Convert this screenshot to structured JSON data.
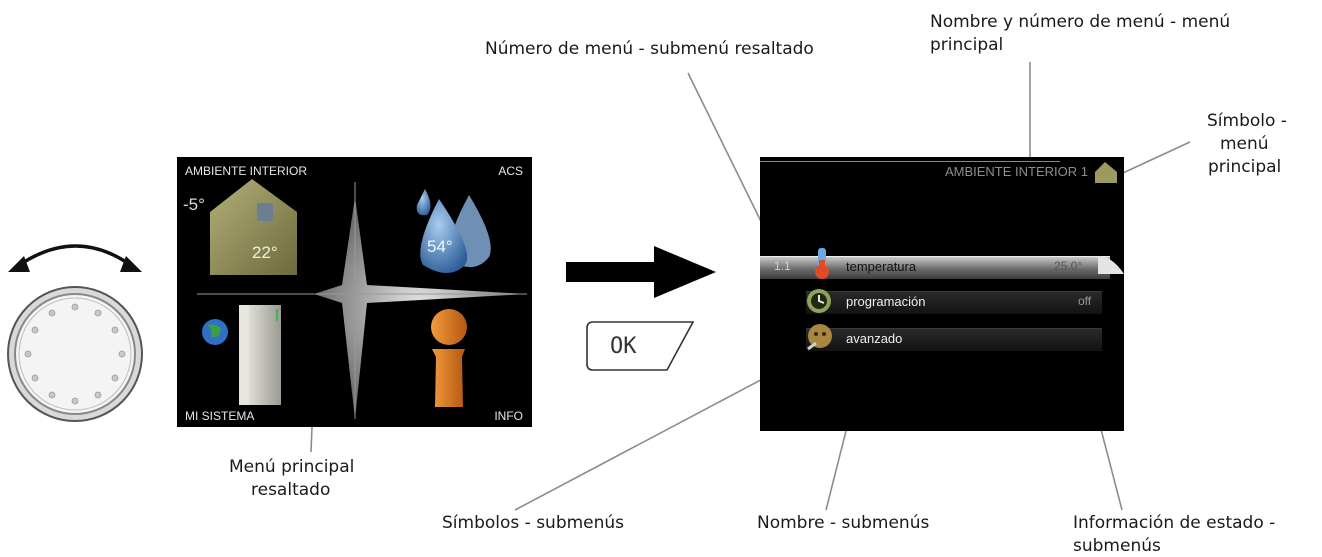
{
  "callouts": {
    "menu_number": "Número de menú - submenú resaltado",
    "menu_name_number_1": "Nombre y número de menú - menú",
    "menu_name_number_2": "principal",
    "symbol_1": "Símbolo -",
    "symbol_2": "menú",
    "symbol_3": "principal",
    "main_highlight_1": "Menú principal",
    "main_highlight_2": "resaltado",
    "sub_symbols": "Símbolos - submenús",
    "sub_name": "Nombre - submenús",
    "status_1": "Información de estado -",
    "status_2": "submenús"
  },
  "main_screen": {
    "q1_label": "AMBIENTE INTERIOR",
    "q2_label": "ACS",
    "q3_label": "MI SISTEMA",
    "q4_label": "INFO",
    "outdoor_temp": "-5°",
    "indoor_temp": "22°",
    "hot_water_temp": "54°"
  },
  "ok_key": {
    "label": "OK"
  },
  "sub_screen": {
    "header": "AMBIENTE INTERIOR 1",
    "rows": [
      {
        "number": "1.1",
        "label": "temperatura",
        "value": "25.0°"
      },
      {
        "number": "",
        "label": "programación",
        "value": "off"
      },
      {
        "number": "",
        "label": "avanzado",
        "value": ""
      }
    ]
  },
  "colors": {
    "house": "#8f8c53",
    "drop": "#4f86c0",
    "info_orange": "#e07a1c",
    "screen_bg": "#000000"
  }
}
